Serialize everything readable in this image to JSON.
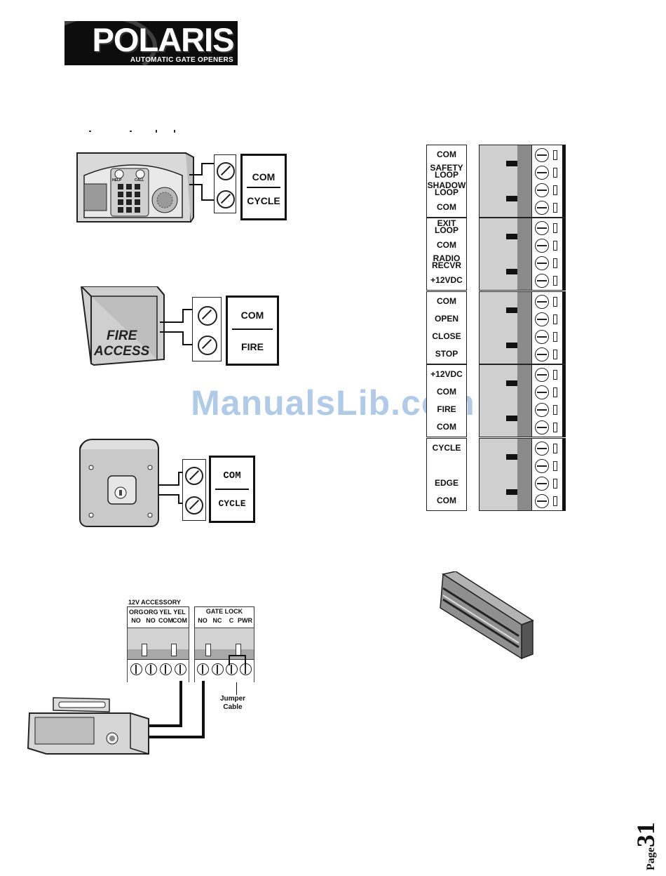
{
  "logo": {
    "brand": "POLARIS",
    "tagline": "AUTOMATIC GATE OPENERS"
  },
  "keypad": {
    "com": "COM",
    "cycle": "CYCLE",
    "help": "HELP",
    "call": "CALL"
  },
  "fire_switch": {
    "text_line1": "FIRE",
    "text_line2": "ACCESS",
    "com": "COM",
    "fire": "FIRE"
  },
  "key_switch": {
    "com": "COM",
    "cycle": "CYCLE"
  },
  "terminal_strip": {
    "groups": [
      [
        "COM",
        "SAFETY LOOP",
        "SHADOW LOOP",
        "COM"
      ],
      [
        "EXIT LOOP",
        "COM",
        "RADIO RECVR",
        "+12VDC"
      ],
      [
        "COM",
        "OPEN",
        "CLOSE",
        "STOP"
      ],
      [
        "+12VDC",
        "COM",
        "FIRE",
        "COM"
      ],
      [
        "CYCLE",
        "",
        "EDGE",
        "COM"
      ]
    ]
  },
  "accessory_block": {
    "title": "12V ACCESSORY",
    "row1": [
      "ORG",
      "ORG",
      "YEL",
      "YEL"
    ],
    "row2": [
      "NO",
      "NO",
      "COM",
      "COM"
    ]
  },
  "gate_lock_block": {
    "title": "GATE LOCK",
    "labels": [
      "NO",
      "NC",
      "C",
      "PWR"
    ]
  },
  "jumper_label": "Jumper Cable",
  "watermark": "ManualsLib.com",
  "page": {
    "word": "Page",
    "number": "31"
  }
}
